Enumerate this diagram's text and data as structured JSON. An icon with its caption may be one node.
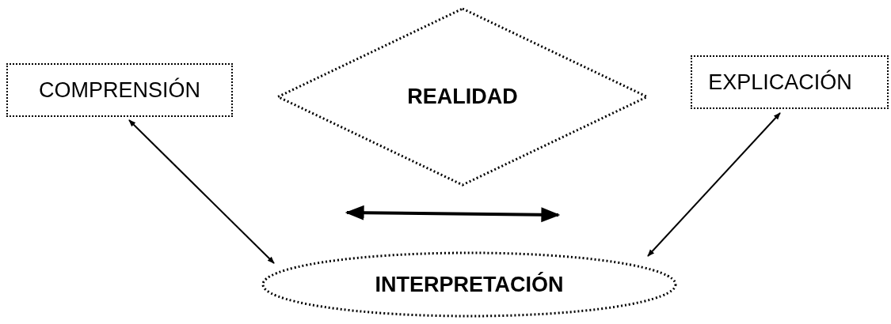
{
  "diagram": {
    "nodes": [
      {
        "text": [
          "COMPRENSIÓN"
        ]
      },
      {
        "text": [
          "REALIDAD"
        ]
      },
      {
        "text": [
          "EXPLICACIÓN"
        ]
      },
      {
        "text": [
          "INTERPRETACIÓN"
        ]
      }
    ],
    "edges": [
      {
        "from": 0,
        "to": 3,
        "arrow": "both"
      },
      {
        "from": 2,
        "to": 3,
        "arrow": "both"
      }
    ]
  }
}
